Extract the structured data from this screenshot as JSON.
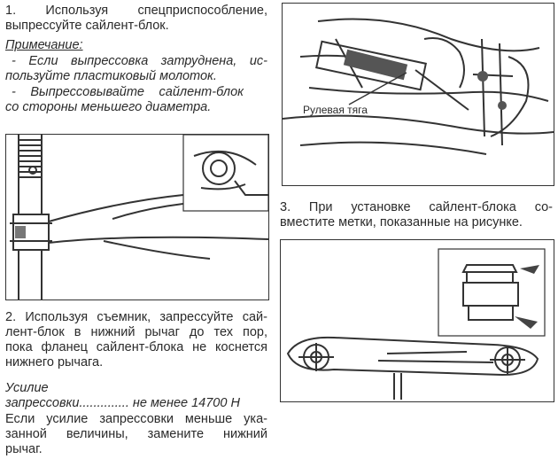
{
  "step1": {
    "line1": "1.   Используя   спецприспособление,",
    "line2": "выпрессуйте сайлент-блок."
  },
  "note": {
    "title": "Примечание:",
    "lines": [
      "- Если выпрессовка затруднена, ис-",
      "пользуйте пластиковый молоток.",
      "- Выпрессовывайте сайлент-блок",
      "со стороны меньшего диаметра."
    ]
  },
  "figure1": {
    "label": "Рулевая тяга"
  },
  "step2": {
    "lines": [
      "2. Используя съемник, запрессуйте сай-",
      "лент-блок в нижний рычаг до тех пор,",
      "пока фланец сайлент-блока не коснется",
      "нижнего рычага."
    ],
    "force_label": "Усилие",
    "force_value": "запрессовки.............. не менее 14700 Н",
    "warning_lines": [
      "Если усилие запрессовки меньше ука-",
      "занной величины, замените нижний",
      "рычаг."
    ]
  },
  "step3": {
    "lines": [
      "3. При установке сайлент-блока со-",
      "вместите метки, показанные на рисунке."
    ]
  }
}
